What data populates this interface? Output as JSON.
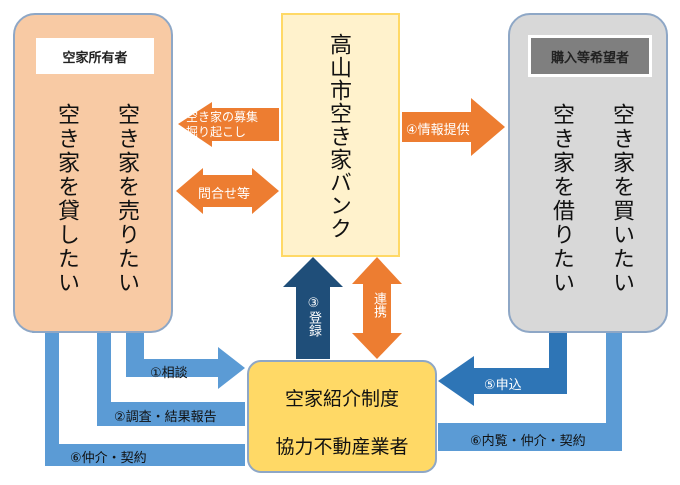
{
  "nodes": {
    "owner": {
      "tag": "空家所有者",
      "col1": "空き家を売りたい",
      "col2": "空き家を貸したい"
    },
    "buyer": {
      "tag": "購入等希望者",
      "col1": "空き家を買いたい",
      "col2": "空き家を借りたい"
    },
    "bank": {
      "title": "高山市空き家バンク"
    },
    "agent": {
      "line1": "空家紹介制度",
      "line2": "協力不動産業者"
    }
  },
  "edges": {
    "recruit": {
      "line1": "空き家の募集",
      "line2": "掘り起こし"
    },
    "inquiry": "問合せ等",
    "info": "④情報提供",
    "register": "③登録",
    "renkei": "連携",
    "consult": "①相談",
    "survey": "②調査・結果報告",
    "mediate_owner": "⑥仲介・契約",
    "apply": "⑤申込",
    "view": "⑥内覧・仲介・契約"
  },
  "colors": {
    "orange": "#ed7d31",
    "blue": "#5b9bd5",
    "darkblue": "#1f4e79",
    "dark": "#2e75b6"
  }
}
